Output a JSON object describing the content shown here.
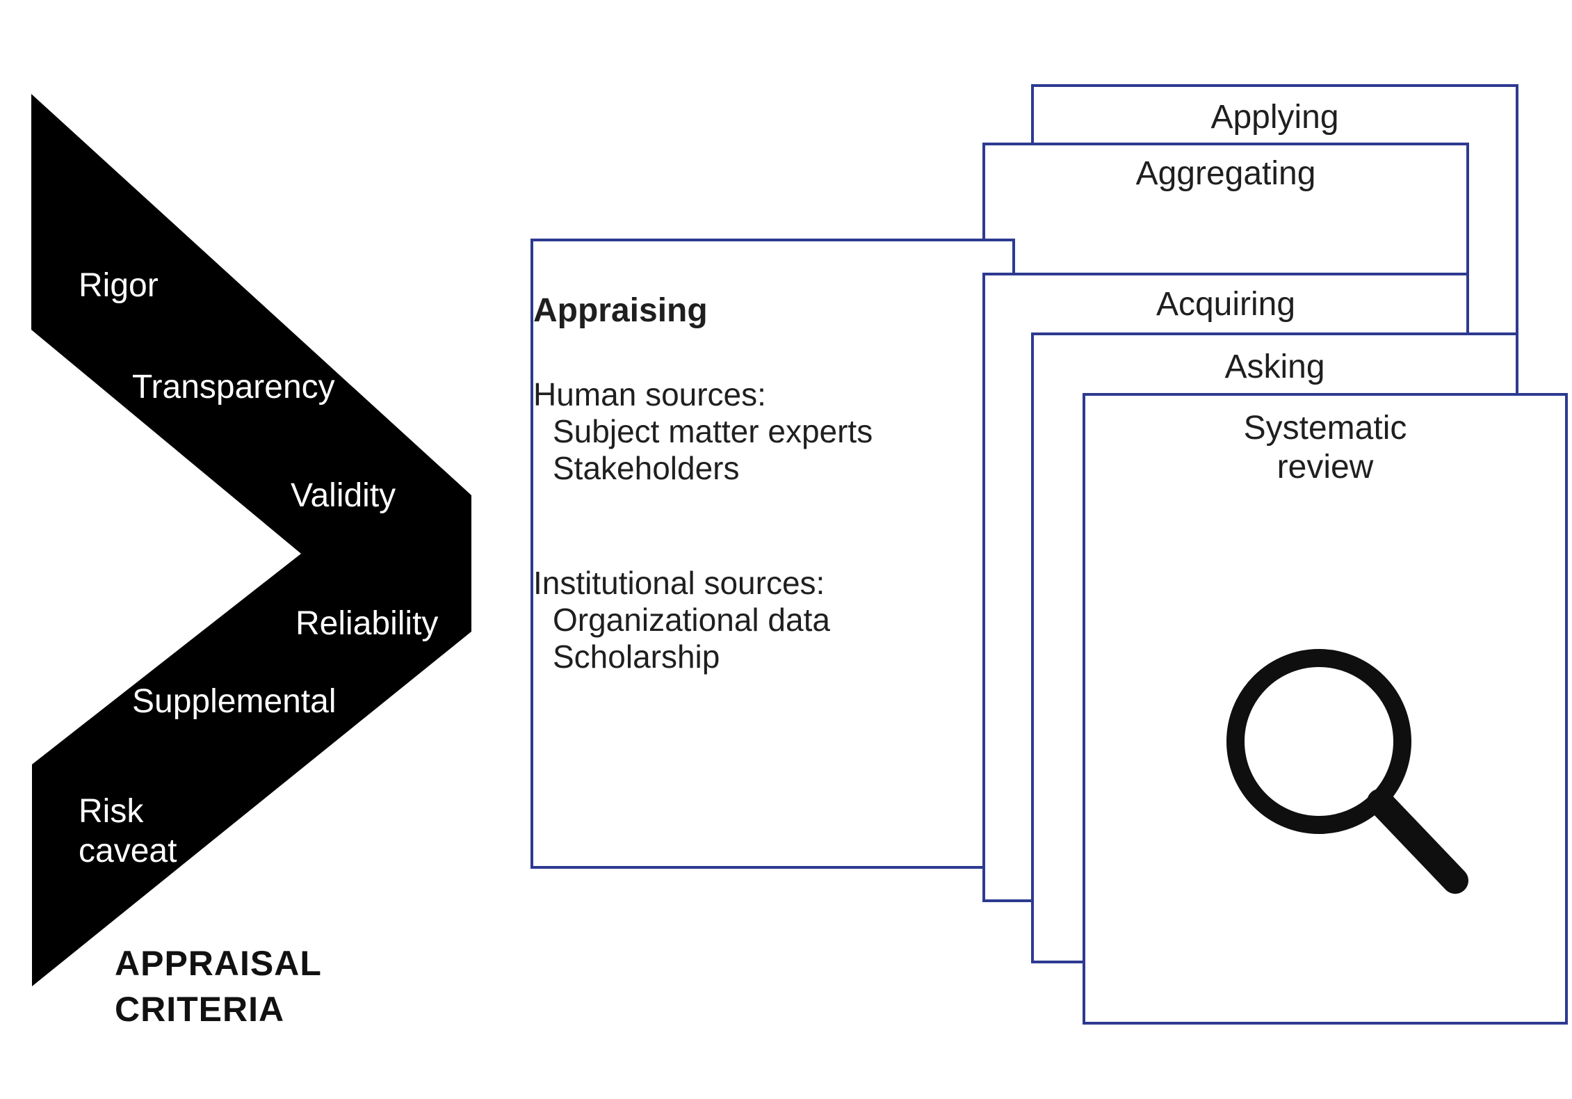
{
  "diagram": {
    "type": "process-diagram",
    "background": "#ffffff"
  },
  "palette": {
    "chevron_fill": "#000000",
    "chevron_text": "#ffffff",
    "card_border": "#2d3a91",
    "card_fill": "#ffffff",
    "body_text": "#1f1f1f",
    "caption_text": "#111111",
    "icon_color": "#0f0f0f"
  },
  "chevron": {
    "label_rigor": "Rigor",
    "label_transparency": "Transparency",
    "label_validity": "Validity",
    "label_reliability": "Reliability",
    "label_supplemental": "Supplemental",
    "label_risk_line1": "Risk",
    "label_risk_line2": "caveat",
    "caption_line1": "APPRAISAL",
    "caption_line2": "CRITERIA"
  },
  "cards": {
    "applying": {
      "title": "Applying"
    },
    "aggregating": {
      "title": "Aggregating"
    },
    "appraising": {
      "title": "Appraising",
      "body_line1": "Human sources:",
      "body_line2": "Subject matter experts",
      "body_line3": "Stakeholders",
      "body_line4": "Institutional sources:",
      "body_line5": "Organizational data",
      "body_line6": "Scholarship"
    },
    "acquiring": {
      "title": "Acquiring"
    },
    "asking": {
      "title": "Asking"
    },
    "systematic": {
      "title_line1": "Systematic",
      "title_line2": "review"
    }
  },
  "icons": {
    "search_icon": "magnifying-glass"
  }
}
